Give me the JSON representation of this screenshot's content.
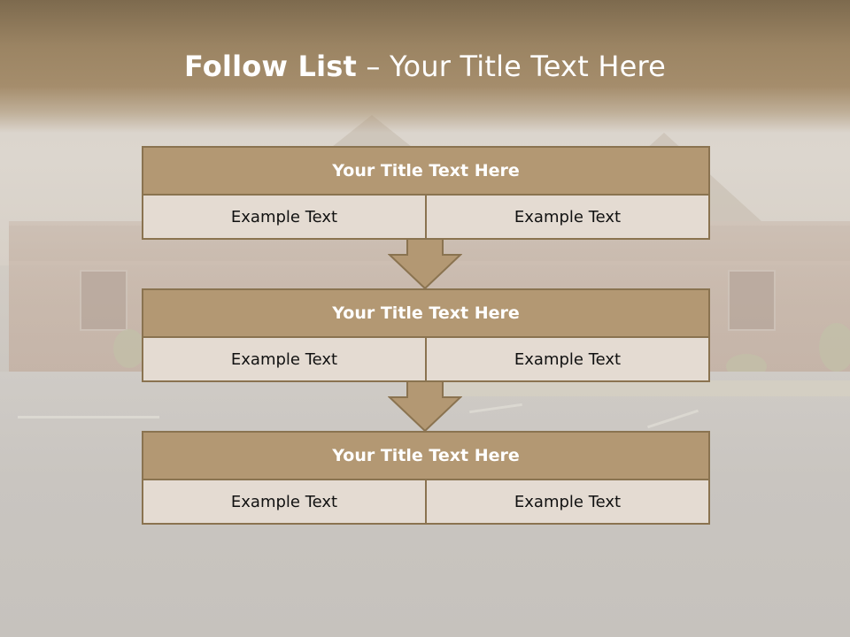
{
  "slide": {
    "title_bold": "Follow List",
    "title_rest": " – Your Title Text Here"
  },
  "blocks": [
    {
      "title": "Your Title Text Here",
      "left": "Example Text",
      "right": "Example Text"
    },
    {
      "title": "Your Title Text Here",
      "left": "Example Text",
      "right": "Example Text"
    },
    {
      "title": "Your Title Text Here",
      "left": "Example Text",
      "right": "Example Text"
    }
  ],
  "colors": {
    "header_fill": "#b39873",
    "cell_fill": "#e4dbd2",
    "border": "#8a7350",
    "title_band": "#9b8463"
  }
}
